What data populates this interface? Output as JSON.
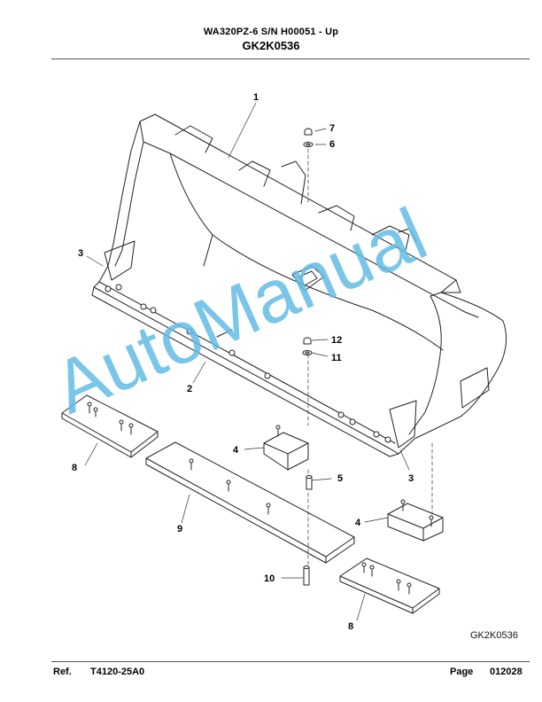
{
  "header": {
    "title": "WA320PZ-6 S/N H00051 - Up",
    "code": "GK2K0536"
  },
  "callouts": {
    "c1": "1",
    "c2": "2",
    "c3a": "3",
    "c3b": "3",
    "c4a": "4",
    "c4b": "4",
    "c5": "5",
    "c6": "6",
    "c7": "7",
    "c8a": "8",
    "c8b": "8",
    "c9": "9",
    "c10": "10",
    "c11": "11",
    "c12": "12"
  },
  "figure_code": "GK2K0536",
  "watermark": "AutoManual",
  "footer": {
    "ref_label": "Ref.",
    "ref_value": "T4120-25A0",
    "page_label": "Page",
    "page_value": "012028"
  }
}
